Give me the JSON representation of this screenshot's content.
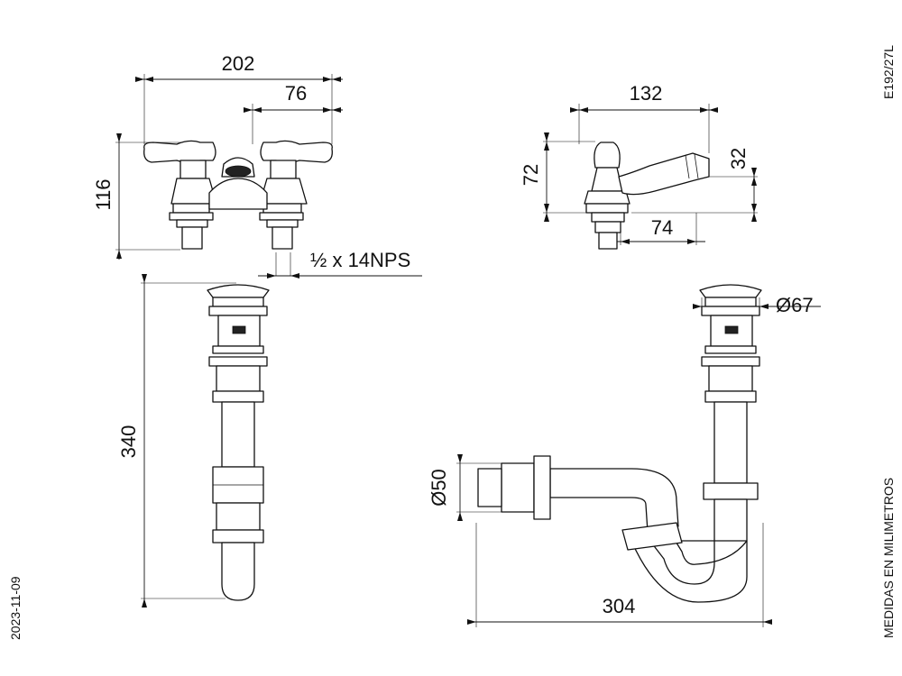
{
  "sheet": {
    "code": "E192/27L",
    "date": "2023-11-09",
    "units_note": "MEDIDAS EN MILIMETROS"
  },
  "faucet_front": {
    "overall_width": "202",
    "center_spacing": "76",
    "height": "116",
    "thread": "½ x 14NPS"
  },
  "faucet_side": {
    "depth": "132",
    "height": "72",
    "spout_height": "32",
    "spout_reach": "74"
  },
  "drain_front": {
    "length": "340"
  },
  "drain_trap": {
    "cap_diameter": "Ø67",
    "outlet_diameter": "Ø50",
    "width": "304"
  }
}
